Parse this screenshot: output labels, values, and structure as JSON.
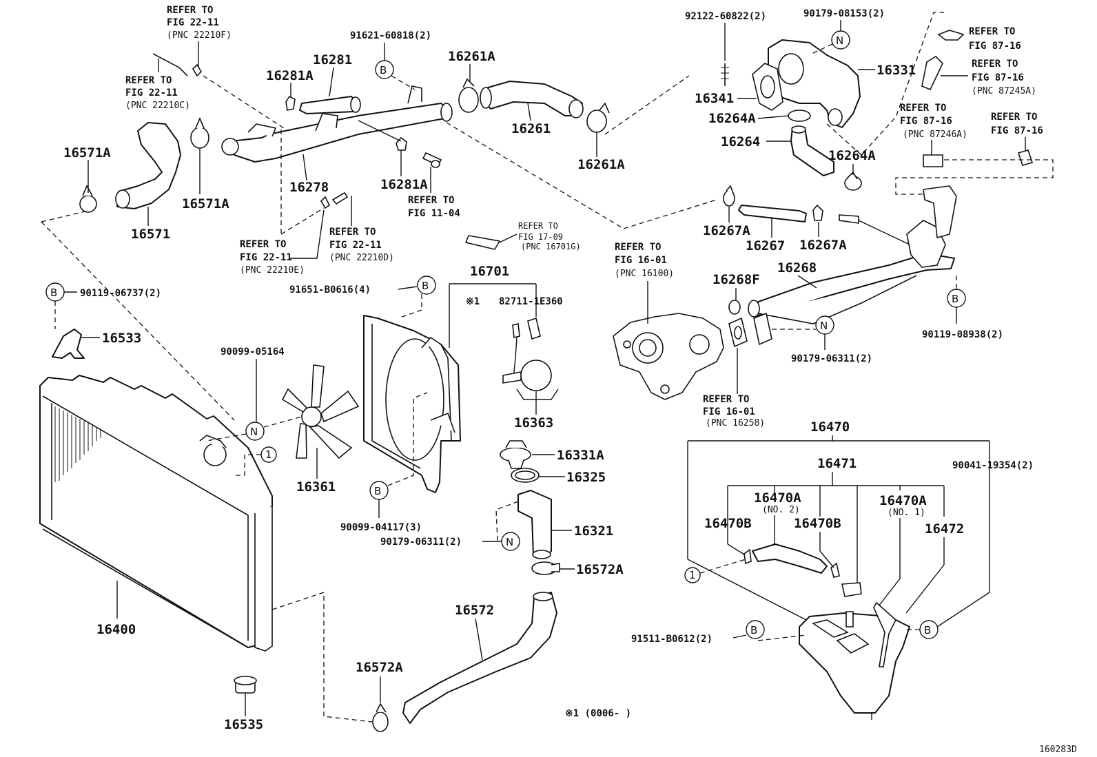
{
  "labels": {
    "p16571A_l": "16571A",
    "p16571A_r": "16571A",
    "p16571": "16571",
    "p16278": "16278",
    "p16281A_t": "16281A",
    "p16281": "16281",
    "p16281A_b": "16281A",
    "p91621": "91621-60818(2)",
    "p16261A_t": "16261A",
    "p16261": "16261",
    "p16261A_b": "16261A",
    "p92122": "92122-60822(2)",
    "p90179_08153": "90179-08153(2)",
    "p16331": "16331",
    "p16341": "16341",
    "p16264A_t": "16264A",
    "p16264": "16264",
    "p16264A_b": "16264A",
    "p16267A_l": "16267A",
    "p16267": "16267",
    "p16267A_r": "16267A",
    "p16268F": "16268F",
    "p16268": "16268",
    "p90119_08938": "90119-08938(2)",
    "p90179_06311_r": "90179-06311(2)",
    "p90119_06737": "90119-06737(2)",
    "p16533": "16533",
    "p91651": "91651-B0616(4)",
    "p16701": "16701",
    "p82711": "82711-1E360",
    "p16363": "16363",
    "p90099_05164": "90099-05164",
    "p16361": "16361",
    "p16331A": "16331A",
    "p16325": "16325",
    "p16321": "16321",
    "p90099_04117": "90099-04117(3)",
    "p90179_06311_m": "90179-06311(2)",
    "p16572A_t": "16572A",
    "p16572": "16572",
    "p16572A_b": "16572A",
    "p16400": "16400",
    "p16535": "16535",
    "p16470": "16470",
    "p16471": "16471",
    "p90041": "90041-19354(2)",
    "p16470A_no2": "16470A",
    "no2": "(NO. 2)",
    "p16470A_no1": "16470A",
    "no1": "(NO. 1)",
    "p16470B_l": "16470B",
    "p16470B_r": "16470B",
    "p16472": "16472",
    "p91511": "91511-B0612(2)",
    "star1": "※1",
    "footnote": "※1 (0006-      )",
    "fig_id": "160283D"
  },
  "refs": {
    "r1": [
      "REFER TO",
      "FIG 22-11",
      "(PNC 22210F)"
    ],
    "r2": [
      "REFER TO",
      "FIG 22-11",
      "(PNC 22210C)"
    ],
    "r3": [
      "REFER TO",
      "FIG 11-04"
    ],
    "r4": [
      "REFER TO",
      "FIG 22-11",
      "(PNC 22210E)"
    ],
    "r5": [
      "REFER TO",
      "FIG 22-11",
      "(PNC 22210D)"
    ],
    "r6": [
      "REFER TO",
      "FIG 17-09",
      "(PNC 16701G)"
    ],
    "r7": [
      "REFER TO",
      "FIG 16-01",
      "(PNC 16100)"
    ],
    "r8": [
      "REFER TO",
      "FIG 16-01",
      "(PNC 16258)"
    ],
    "r9": [
      "REFER TO",
      "FIG 87-16"
    ],
    "r10": [
      "REFER TO",
      "FIG 87-16",
      "(PNC 87245A)"
    ],
    "r11": [
      "REFER TO",
      "FIG 87-16",
      "(PNC 87246A)"
    ],
    "r12": [
      "REFER TO",
      "FIG 87-16"
    ]
  },
  "markers": {
    "B": "B",
    "N": "N",
    "one": "1"
  }
}
